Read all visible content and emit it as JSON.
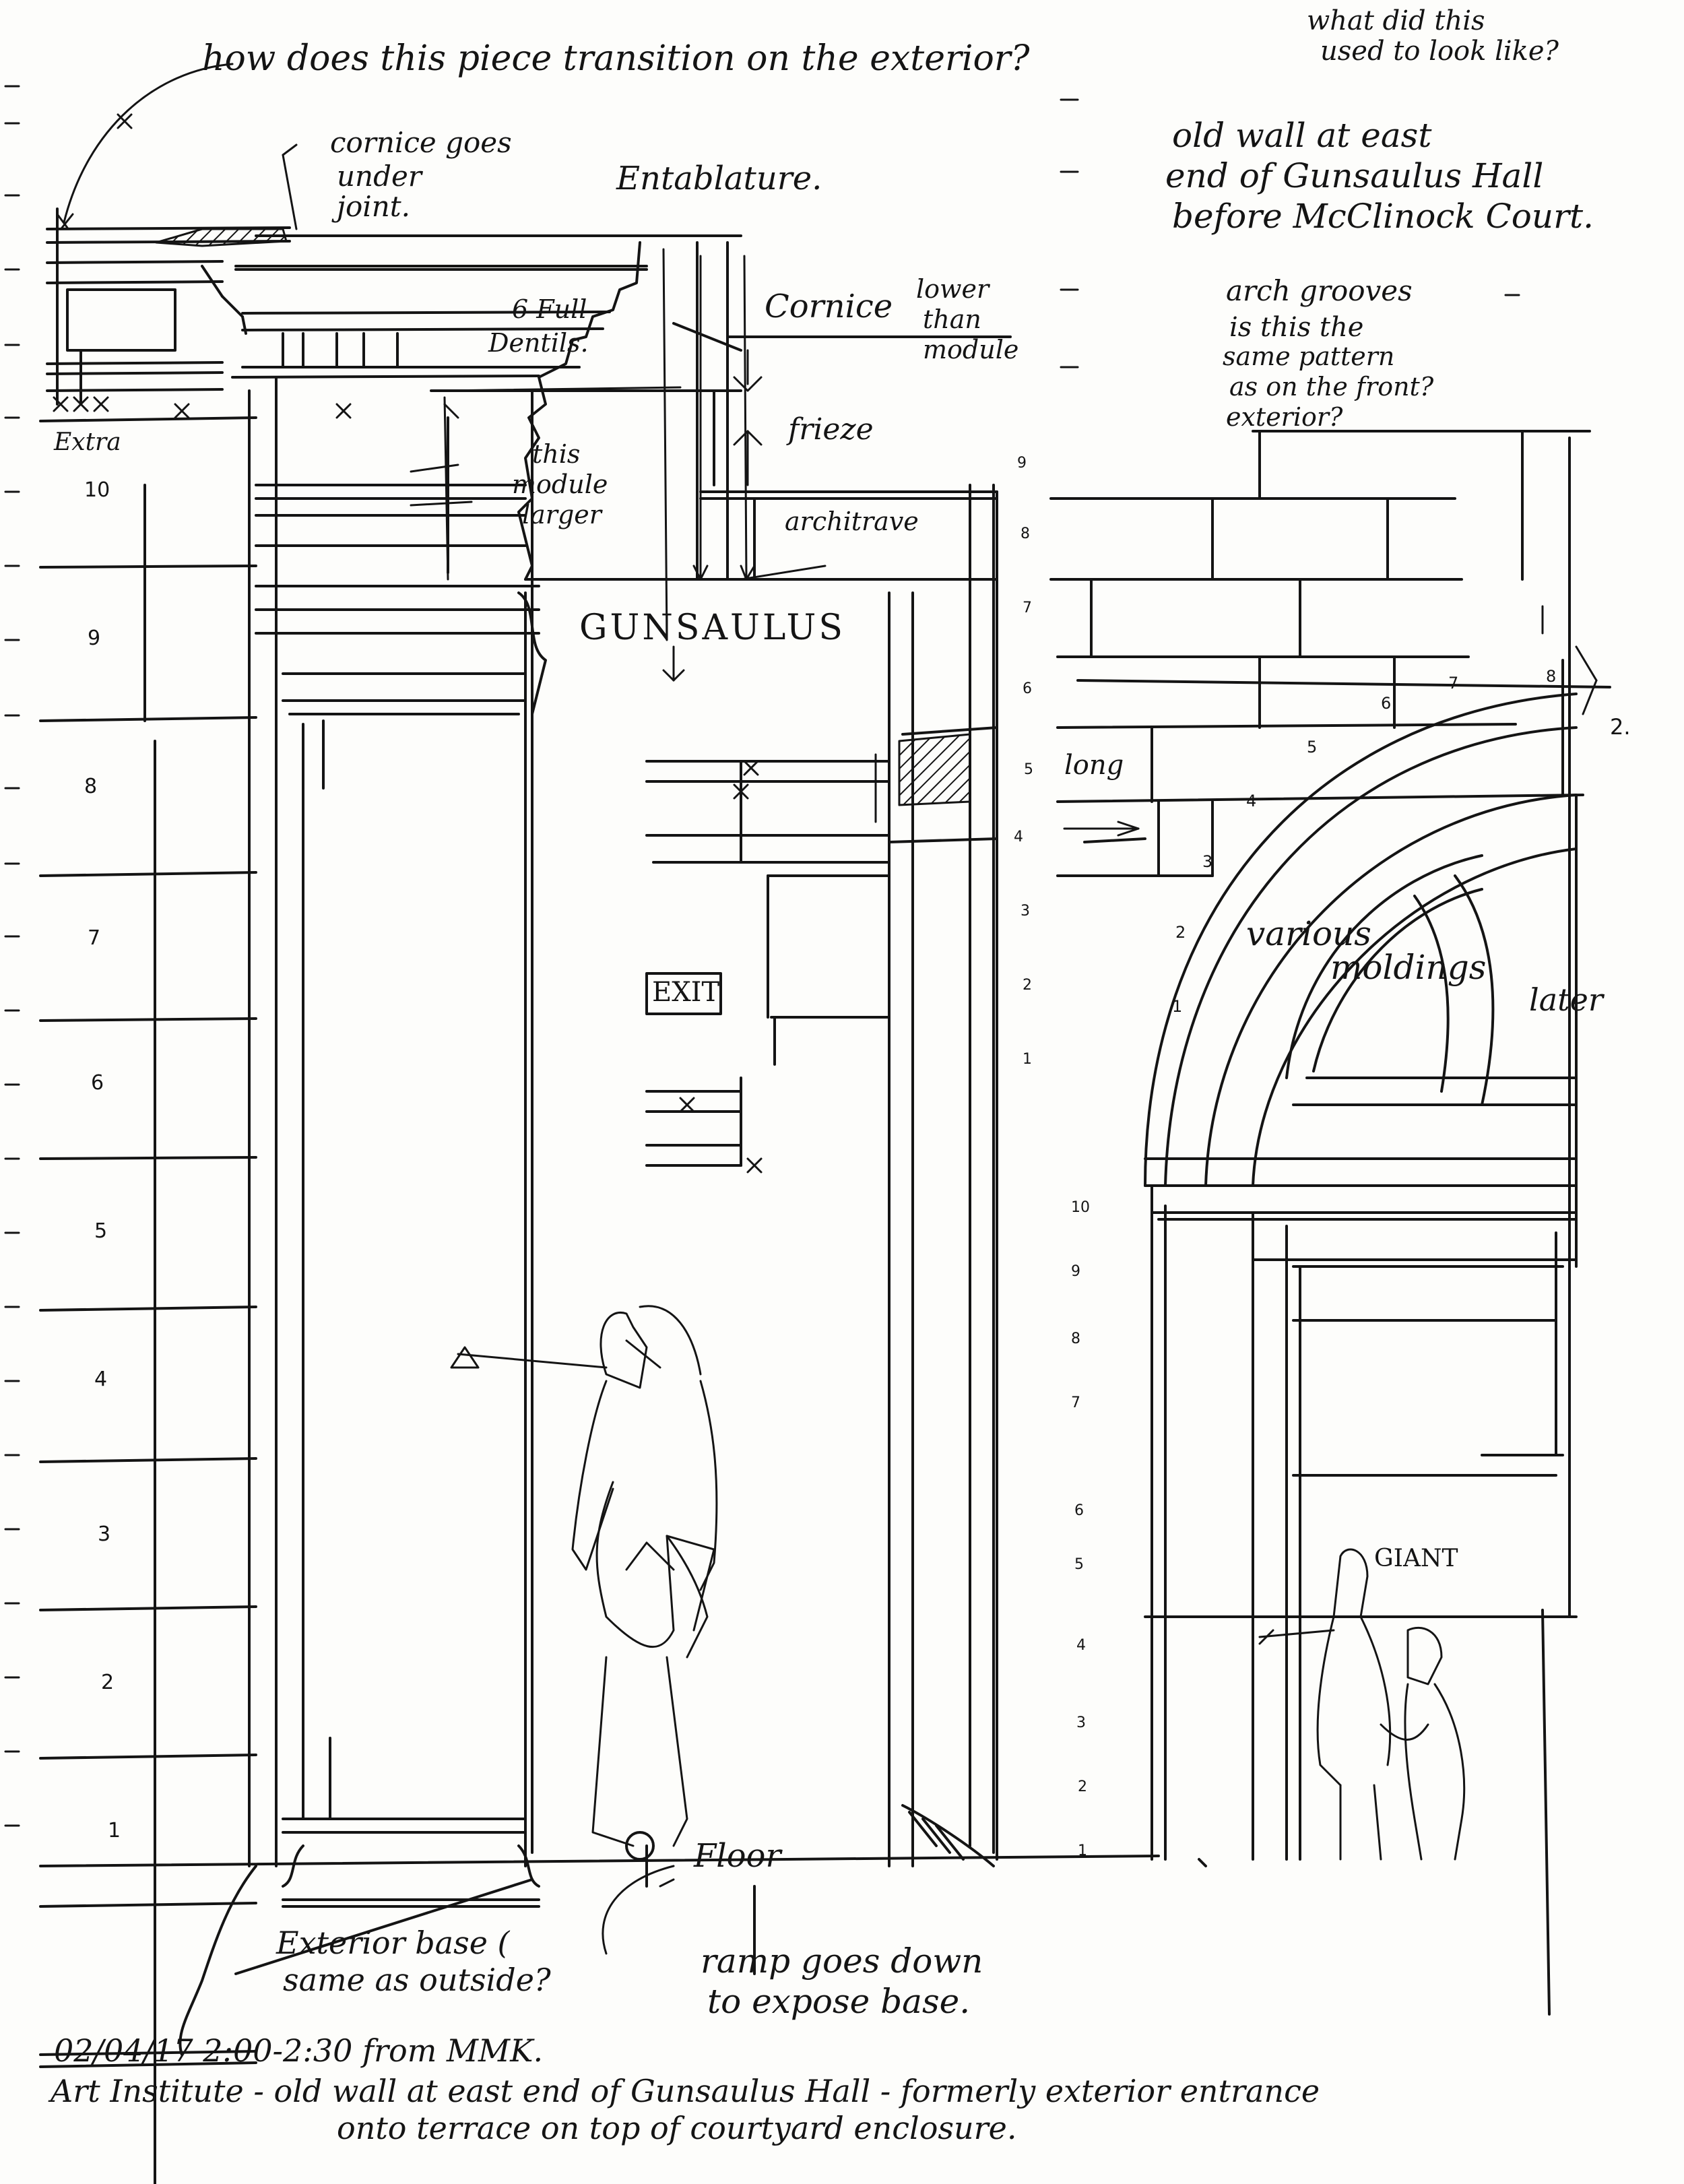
{
  "notes": {
    "transition_question": "how does this piece transition on the exterior?",
    "what_did": "what did this",
    "used_to": "used to look like?",
    "old_wall_1": "old wall at east",
    "old_wall_2": "end of Gunsaulus Hall",
    "old_wall_3": "before McClinock Court.",
    "cornice_under_1": "cornice goes",
    "cornice_under_2": "under",
    "cornice_under_3": "joint.",
    "entablature": "Entablature.",
    "dentils_1": "6 Full",
    "dentils_2": "Dentils.",
    "cornice": "Cornice",
    "lower_1": "lower",
    "lower_2": "than",
    "lower_3": "module",
    "arch_1": "arch grooves",
    "arch_2": "is this the",
    "arch_3": "same pattern",
    "arch_4": "as on the front?",
    "arch_5": "exterior?",
    "extra": "Extra",
    "frieze": "frieze",
    "module_1": "this",
    "module_2": "module",
    "module_3": "larger",
    "architrave": "architrave",
    "gunsaulus": "GUNSAULUS",
    "long": "long",
    "various_1": "various",
    "various_2": "moldings",
    "various_3": "later",
    "exit": "EXIT",
    "giant": "GIANT",
    "floor": "Floor",
    "exterior_base_1": "Exterior base (",
    "exterior_base_2": "same as outside?",
    "ramp_1": "ramp goes down",
    "ramp_2": "to expose base.",
    "caption_1": "02/04/17 2:00-2:30 from MMK.",
    "caption_2": "Art Institute - old wall at east end of Gunsaulus Hall - formerly exterior entrance",
    "caption_3": "onto terrace on top of courtyard enclosure."
  },
  "left_scale": [
    "10",
    "9",
    "8",
    "7",
    "6",
    "5",
    "4",
    "3",
    "2",
    "1"
  ],
  "mid_scale": [
    "9",
    "8",
    "7",
    "6",
    "5",
    "4",
    "3",
    "2",
    "1"
  ],
  "arch_scale": [
    "1",
    "2",
    "3",
    "4",
    "5",
    "6",
    "7",
    "8"
  ],
  "jamb_scale": [
    "10",
    "9",
    "8",
    "7",
    "6",
    "5",
    "4",
    "3",
    "2",
    "1"
  ],
  "right_mark": "2."
}
